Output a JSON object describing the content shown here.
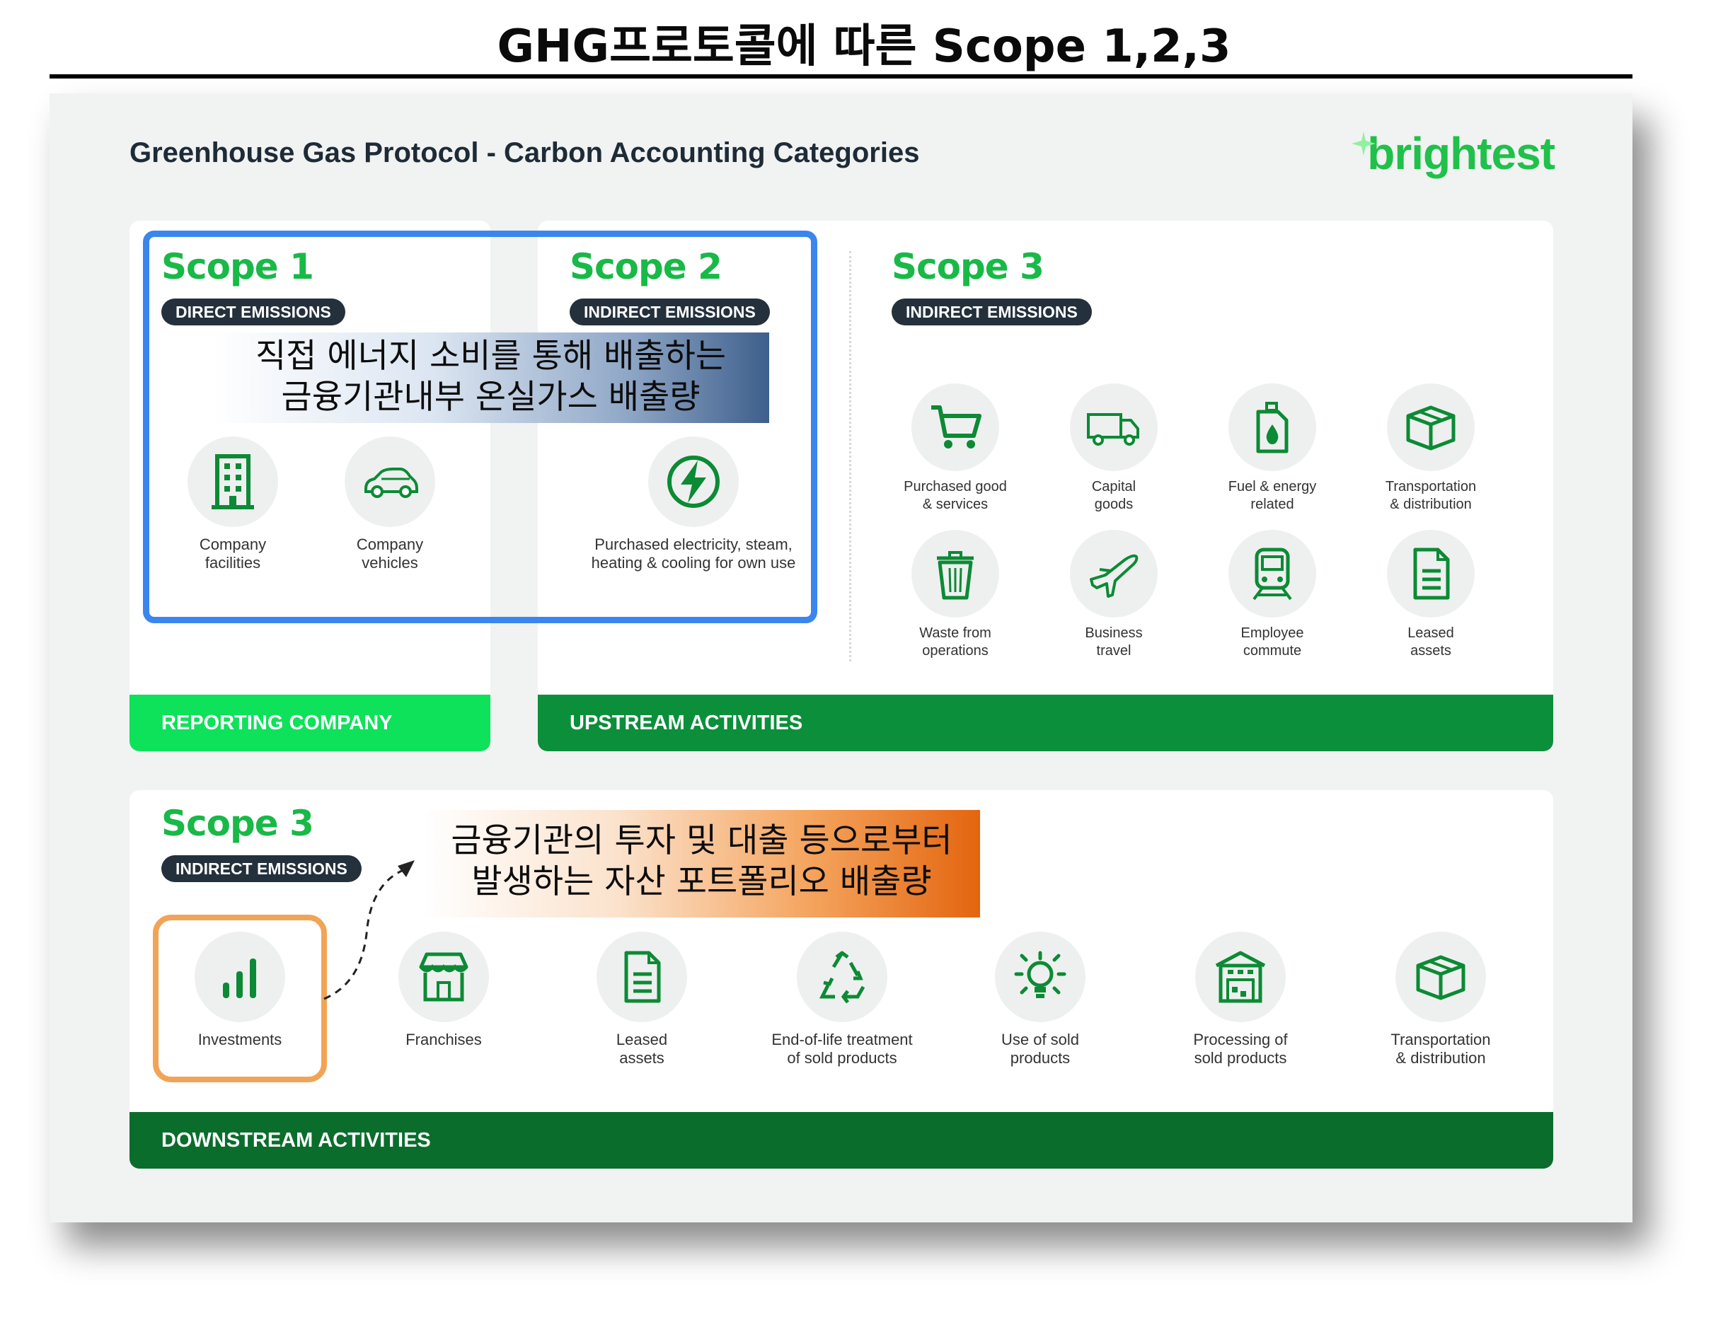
{
  "page": {
    "title": "GHG프로토콜에 따른 Scope 1,2,3"
  },
  "slide": {
    "title": "Greenhouse Gas Protocol - Carbon Accounting Categories",
    "logo": "brightest"
  },
  "scope1": {
    "title": "Scope 1",
    "badge": "DIRECT EMISSIONS",
    "items": [
      {
        "label": "Company\nfacilities",
        "icon": "building-icon"
      },
      {
        "label": "Company\nvehicles",
        "icon": "car-icon"
      }
    ],
    "band": "REPORTING COMPANY"
  },
  "scope2": {
    "title": "Scope 2",
    "badge": "INDIRECT EMISSIONS",
    "items": [
      {
        "label": "Purchased electricity, steam,\nheating & cooling for own use",
        "icon": "lightning-icon"
      }
    ]
  },
  "scope3_upstream": {
    "title": "Scope 3",
    "badge": "INDIRECT EMISSIONS",
    "items": [
      {
        "label": "Purchased good\n& services",
        "icon": "cart-icon"
      },
      {
        "label": "Capital\ngoods",
        "icon": "truck-icon"
      },
      {
        "label": "Fuel & energy\nrelated",
        "icon": "fuel-can-icon"
      },
      {
        "label": "Transportation\n& distribution",
        "icon": "box-icon"
      },
      {
        "label": "Waste from\noperations",
        "icon": "trash-icon"
      },
      {
        "label": "Business\ntravel",
        "icon": "plane-icon"
      },
      {
        "label": "Employee\ncommute",
        "icon": "train-icon"
      },
      {
        "label": "Leased\nassets",
        "icon": "document-icon"
      }
    ],
    "band": "UPSTREAM ACTIVITIES"
  },
  "scope3_downstream": {
    "title": "Scope 3",
    "badge": "INDIRECT EMISSIONS",
    "items": [
      {
        "label": "Investments",
        "icon": "bar-chart-icon"
      },
      {
        "label": "Franchises",
        "icon": "store-icon"
      },
      {
        "label": "Leased\nassets",
        "icon": "document-icon"
      },
      {
        "label": "End-of-life treatment\nof sold products",
        "icon": "recycle-icon"
      },
      {
        "label": "Use of sold\nproducts",
        "icon": "lightbulb-icon"
      },
      {
        "label": "Processing of\nsold products",
        "icon": "factory-icon"
      },
      {
        "label": "Transportation\n& distribution",
        "icon": "box-icon"
      }
    ],
    "band": "DOWNSTREAM ACTIVITIES"
  },
  "annotations": {
    "scope12_note": [
      "직접 에너지 소비를 통해 배출하는",
      "금융기관내부 온실가스 배출량"
    ],
    "investment_note": [
      "금융기관의 투자 및 대출 등으로부터",
      "발생하는 자산 포트폴리오 배출량"
    ]
  },
  "colors": {
    "brand_green": "#18b947",
    "icon_green": "#0c8a35",
    "band_light": "#0ee15a",
    "band_dark": "#0b8f3a",
    "highlight_blue": "#3a86ee",
    "highlight_orange": "#f2a456"
  }
}
